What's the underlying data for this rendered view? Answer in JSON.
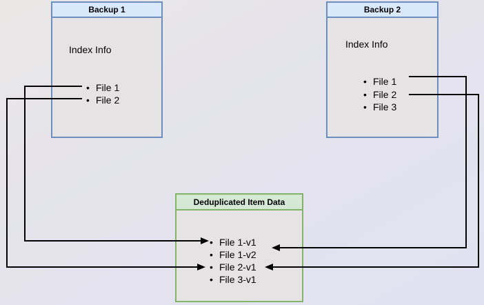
{
  "diagram": {
    "bullet_glyph": "•",
    "backup1": {
      "title": "Backup 1",
      "subtitle": "Index Info",
      "items": [
        "File 1",
        "File 2"
      ]
    },
    "backup2": {
      "title": "Backup 2",
      "subtitle": "Index Info",
      "items": [
        "File 1",
        "File 2",
        "File 3"
      ]
    },
    "dedup": {
      "title": "Deduplicated Item Data",
      "items": [
        "File 1-v1",
        "File 1-v2",
        "File 2-v1",
        "File 3-v1"
      ]
    },
    "connections": [
      {
        "from": "Backup 1 / File 1",
        "to": "Deduplicated Item Data / File 1-v1"
      },
      {
        "from": "Backup 1 / File 2",
        "to": "Deduplicated Item Data / File 2-v1"
      },
      {
        "from": "Backup 2 / File 1",
        "to": "Deduplicated Item Data / File 1-v2"
      },
      {
        "from": "Backup 2 / File 2",
        "to": "Deduplicated Item Data / File 2-v1"
      }
    ]
  },
  "colors": {
    "background_top": "#e9e7e5",
    "background_bottom": "#e1e1f2",
    "node_blue_border": "#6c8ebf",
    "node_blue_header_fill": "#dae8fc",
    "node_green_border": "#82b366",
    "node_green_header_fill": "#d5e8d4",
    "node_body_fill": "#e5e3e3",
    "connector": "#000000"
  }
}
